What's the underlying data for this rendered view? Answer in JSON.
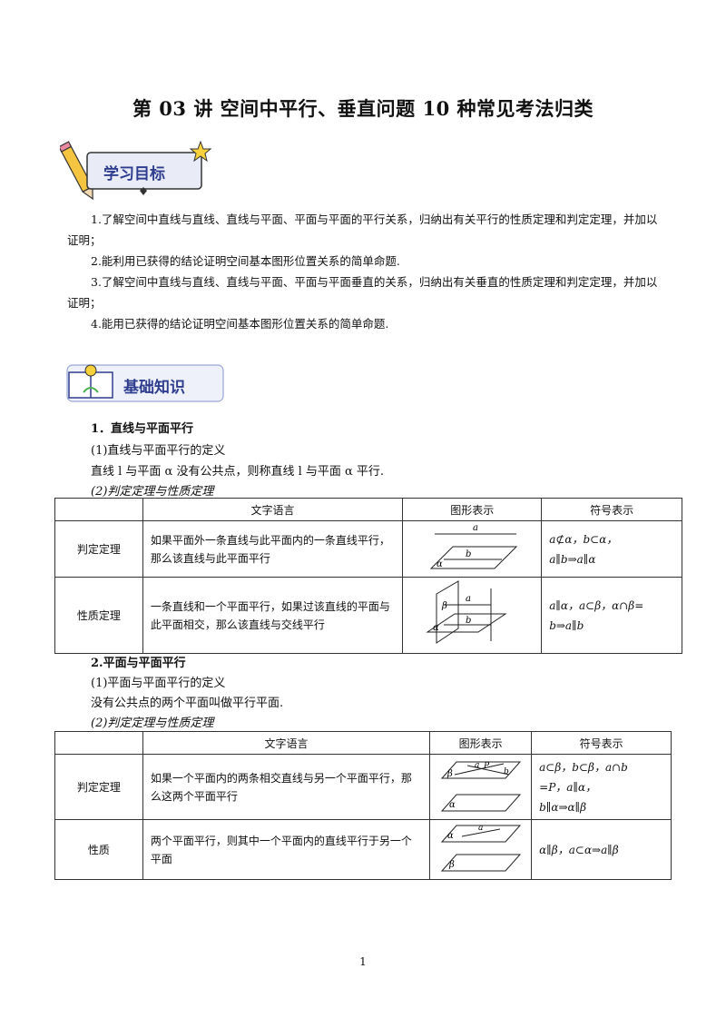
{
  "title": "第 03 讲  空间中平行、垂直问题 10 种常见考法归类",
  "badges": {
    "objectives": "学习目标",
    "basics": "基础知识"
  },
  "objectives": [
    "1.了解空间中直线与直线、直线与平面、平面与平面的平行关系，归纳出有关平行的性质定理和判定定理，并加以证明；",
    "2.能利用已获得的结论证明空间基本图形位置关系的简单命题.",
    "3.了解空间中直线与直线、直线与平面、平面与平面垂直的关系，归纳出有关垂直的性质定理和判定定理，并加以证明；",
    "4.能用已获得的结论证明空间基本图形位置关系的简单命题."
  ],
  "section1": {
    "heading": "1．直线与平面平行",
    "sub1": "(1)直线与平面平行的定义",
    "def": "直线 l 与平面 α 没有公共点，则称直线 l 与平面 α 平行.",
    "sub2": "(2)判定定理与性质定理"
  },
  "table1": {
    "headers": [
      "",
      "文字语言",
      "图形表示",
      "符号表示"
    ],
    "rows": [
      {
        "name": "判定定理",
        "text": "如果平面外一条直线与此平面内的一条直线平行，那么该直线与此平面平行",
        "sym1": "a⊄α，b⊂α，",
        "sym2": "a∥b⇒a∥α"
      },
      {
        "name": "性质定理",
        "text": "一条直线和一个平面平行，如果过该直线的平面与此平面相交，那么该直线与交线平行",
        "sym1": "a∥α，a⊂β，α∩β=",
        "sym2": "b⇒a∥b"
      }
    ]
  },
  "section2": {
    "heading": "2.平面与平面平行",
    "sub1": "(1)平面与平面平行的定义",
    "def": "没有公共点的两个平面叫做平行平面.",
    "sub2": "(2)判定定理与性质定理"
  },
  "table2": {
    "headers": [
      "",
      "文字语言",
      "图形表示",
      "符号表示"
    ],
    "rows": [
      {
        "name": "判定定理",
        "text": "如果一个平面内的两条相交直线与另一个平面平行，那么这两个平面平行",
        "sym1": "a⊂β，b⊂β，a∩b",
        "sym2": "=P，a∥α，",
        "sym3": "b∥α⇒α∥β"
      },
      {
        "name": "性质",
        "text": "两个平面平行，则其中一个平面内的直线平行于另一个平面",
        "sym1": "α∥β，a⊂α⇒a∥β"
      }
    ]
  },
  "figure_labels": {
    "a": "a",
    "b": "b",
    "alpha": "α",
    "beta": "β",
    "p": "P"
  },
  "page_number": "1"
}
